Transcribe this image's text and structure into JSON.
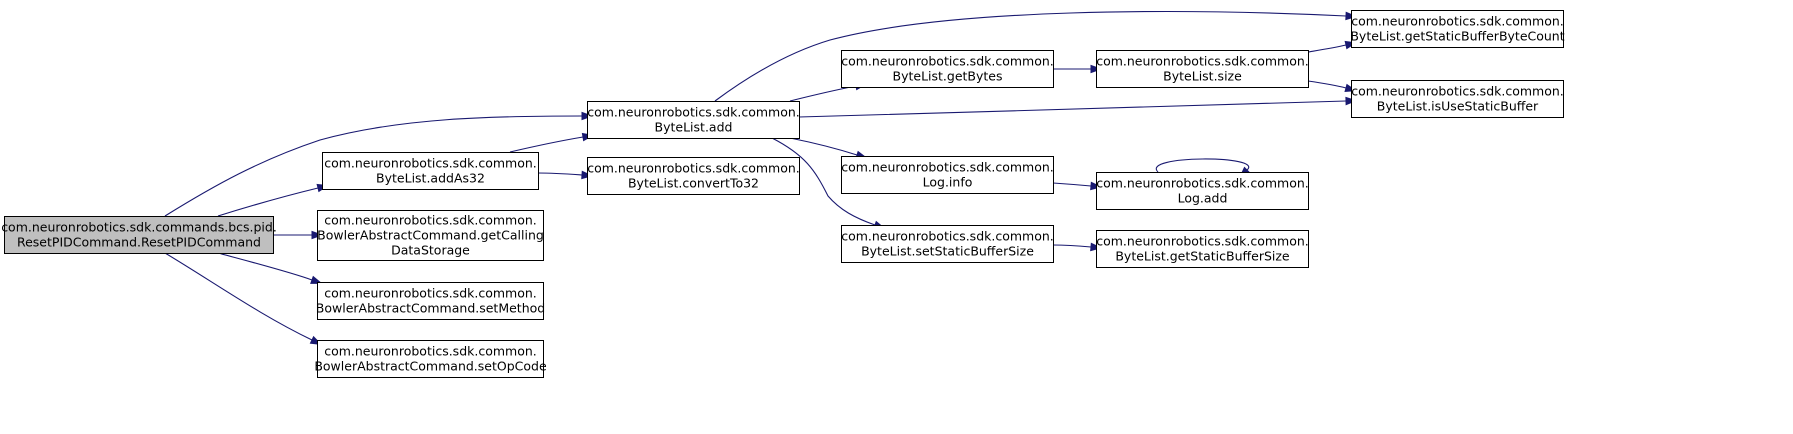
{
  "diagram": {
    "type": "call-graph",
    "nodes": [
      {
        "id": "root",
        "lines": [
          "com.neuronrobotics.sdk.commands.bcs.pid.",
          "ResetPIDCommand.ResetPIDCommand"
        ],
        "root": true
      },
      {
        "id": "add",
        "lines": [
          "com.neuronrobotics.sdk.common.",
          "ByteList.add"
        ]
      },
      {
        "id": "addAs32",
        "lines": [
          "com.neuronrobotics.sdk.common.",
          "ByteList.addAs32"
        ]
      },
      {
        "id": "getCalling",
        "lines": [
          "com.neuronrobotics.sdk.common.",
          "BowlerAbstractCommand.getCalling",
          "DataStorage"
        ]
      },
      {
        "id": "setMethod",
        "lines": [
          "com.neuronrobotics.sdk.common.",
          "BowlerAbstractCommand.setMethod"
        ]
      },
      {
        "id": "setOpCode",
        "lines": [
          "com.neuronrobotics.sdk.common.",
          "BowlerAbstractCommand.setOpCode"
        ]
      },
      {
        "id": "convertTo32",
        "lines": [
          "com.neuronrobotics.sdk.common.",
          "ByteList.convertTo32"
        ]
      },
      {
        "id": "getBytes",
        "lines": [
          "com.neuronrobotics.sdk.common.",
          "ByteList.getBytes"
        ]
      },
      {
        "id": "loginfo",
        "lines": [
          "com.neuronrobotics.sdk.common.",
          "Log.info"
        ]
      },
      {
        "id": "setStatic",
        "lines": [
          "com.neuronrobotics.sdk.common.",
          "ByteList.setStaticBufferSize"
        ]
      },
      {
        "id": "size",
        "lines": [
          "com.neuronrobotics.sdk.common.",
          "ByteList.size"
        ]
      },
      {
        "id": "logadd",
        "lines": [
          "com.neuronrobotics.sdk.common.",
          "Log.add"
        ]
      },
      {
        "id": "getStaticSize",
        "lines": [
          "com.neuronrobotics.sdk.common.",
          "ByteList.getStaticBufferSize"
        ]
      },
      {
        "id": "getStaticCount",
        "lines": [
          "com.neuronrobotics.sdk.common.",
          "ByteList.getStaticBufferByteCount"
        ]
      },
      {
        "id": "isUseStatic",
        "lines": [
          "com.neuronrobotics.sdk.common.",
          "ByteList.isUseStaticBuffer"
        ]
      }
    ],
    "edges": [
      {
        "from": "root",
        "to": "add"
      },
      {
        "from": "root",
        "to": "addAs32"
      },
      {
        "from": "root",
        "to": "getCalling"
      },
      {
        "from": "root",
        "to": "setMethod"
      },
      {
        "from": "root",
        "to": "setOpCode"
      },
      {
        "from": "addAs32",
        "to": "add"
      },
      {
        "from": "addAs32",
        "to": "convertTo32"
      },
      {
        "from": "add",
        "to": "getStaticCount"
      },
      {
        "from": "add",
        "to": "getBytes"
      },
      {
        "from": "add",
        "to": "isUseStatic"
      },
      {
        "from": "add",
        "to": "loginfo"
      },
      {
        "from": "add",
        "to": "setStatic"
      },
      {
        "from": "getBytes",
        "to": "size"
      },
      {
        "from": "size",
        "to": "getStaticCount"
      },
      {
        "from": "size",
        "to": "isUseStatic"
      },
      {
        "from": "loginfo",
        "to": "logadd"
      },
      {
        "from": "logadd",
        "to": "logadd"
      },
      {
        "from": "setStatic",
        "to": "getStaticSize"
      }
    ],
    "colors": {
      "edge": "#191970",
      "root_fill": "#bfbfbf",
      "node_fill": "#ffffff",
      "border": "#000000"
    }
  }
}
